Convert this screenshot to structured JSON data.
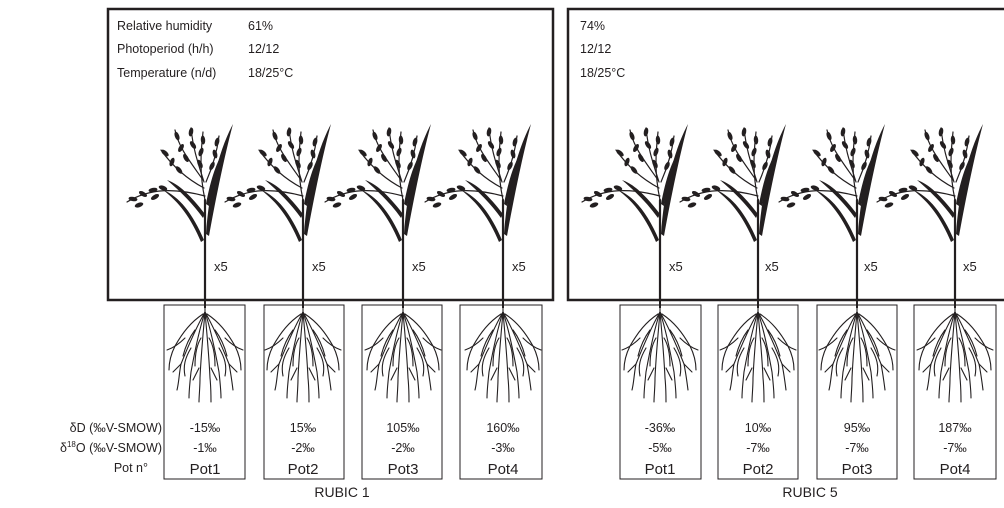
{
  "row_labels": {
    "dD": "δD (‰V-SMOW)",
    "d18O_prefix": "δ",
    "d18O_sup": "18",
    "d18O_suffix": "O (‰V-SMOW)",
    "pot": "Pot n°"
  },
  "chambers": [
    {
      "name": "RUBIC 1",
      "conditions": [
        {
          "label": "Relative humidity",
          "value": "61%"
        },
        {
          "label": "Photoperiod (h/h)",
          "value": "12/12"
        },
        {
          "label": "Temperature (n/d)",
          "value": "18/25°C"
        }
      ],
      "pots": [
        {
          "dD": "-15‰",
          "d18O": "-1‰",
          "pot": "Pot1",
          "multiplier": "x5"
        },
        {
          "dD": "15‰",
          "d18O": "-2‰",
          "pot": "Pot2",
          "multiplier": "x5"
        },
        {
          "dD": "105‰",
          "d18O": "-2‰",
          "pot": "Pot3",
          "multiplier": "x5"
        },
        {
          "dD": "160‰",
          "d18O": "-3‰",
          "pot": "Pot4",
          "multiplier": "x5"
        }
      ]
    },
    {
      "name": "RUBIC 5",
      "conditions": [
        {
          "label": "",
          "value": "74%"
        },
        {
          "label": "",
          "value": "12/12"
        },
        {
          "label": "",
          "value": "18/25°C"
        }
      ],
      "pots": [
        {
          "dD": "-36‰",
          "d18O": "-5‰",
          "pot": "Pot1",
          "multiplier": "x5"
        },
        {
          "dD": "10‰",
          "d18O": "-7‰",
          "pot": "Pot2",
          "multiplier": "x5"
        },
        {
          "dD": "95‰",
          "d18O": "-7‰",
          "pot": "Pot3",
          "multiplier": "x5"
        },
        {
          "dD": "187‰",
          "d18O": "-7‰",
          "pot": "Pot4",
          "multiplier": "x5"
        }
      ]
    }
  ]
}
